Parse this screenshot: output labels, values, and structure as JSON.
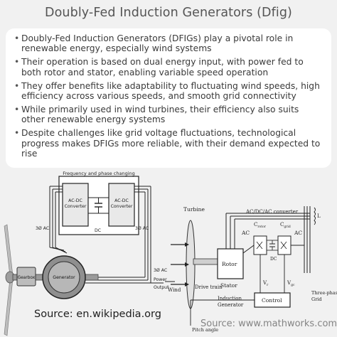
{
  "title": "Doubly-Fed Induction Generators (Dfig)",
  "bullets": [
    "Doubly-Fed Induction Generators (DFIGs) play a pivotal role in renewable energy, especially wind systems",
    "Their operation is based on dual energy input, with power fed to both rotor and stator, enabling variable speed operation",
    "They offer benefits like adaptability to fluctuating wind speeds, high efficiency across various speeds, and smooth grid connectivity",
    "While primarily used in wind turbines, their efficiency also suits other renewable energy systems",
    "Despite challenges like grid voltage fluctuations, technological progress makes DFIGs more reliable, with their demand expected to rise"
  ],
  "left_diagram": {
    "header": "Frequency and phase changing",
    "converter_left": [
      "AC-DC",
      "Converter"
    ],
    "converter_right": [
      "AC-DC",
      "Converter"
    ],
    "dc_label": "DC",
    "ac_left": "3Ø AC",
    "ac_right": "3Ø AC",
    "ac_out": "3Ø AC",
    "gearbox": "Gearbox",
    "generator": "Generator",
    "power": "Power",
    "output": "Output",
    "wind": "Wind",
    "source": "Source: en.wikipedia.org"
  },
  "right_diagram": {
    "turbine": "Turbine",
    "converter_title": "AC/DC/AC converter",
    "ac1": "AC",
    "ac2": "AC",
    "c_rotor": "C",
    "c_rotor_sub": "rotor",
    "c_grid": "C",
    "c_grid_sub": "grid",
    "dc": "DC",
    "rotor": "Rotor",
    "stator": "Stator",
    "drive_train": "Drive train",
    "vr": "V",
    "vr_sub": "r",
    "vgc": "V",
    "vgc_sub": "gc",
    "induction": "Induction",
    "generator": "Generator",
    "control": "Control",
    "grid1": "Three-phase",
    "grid2": "Grid",
    "pitch": "Pitch angle",
    "l_label": "L",
    "source": "Source: www.mathworks.com"
  }
}
